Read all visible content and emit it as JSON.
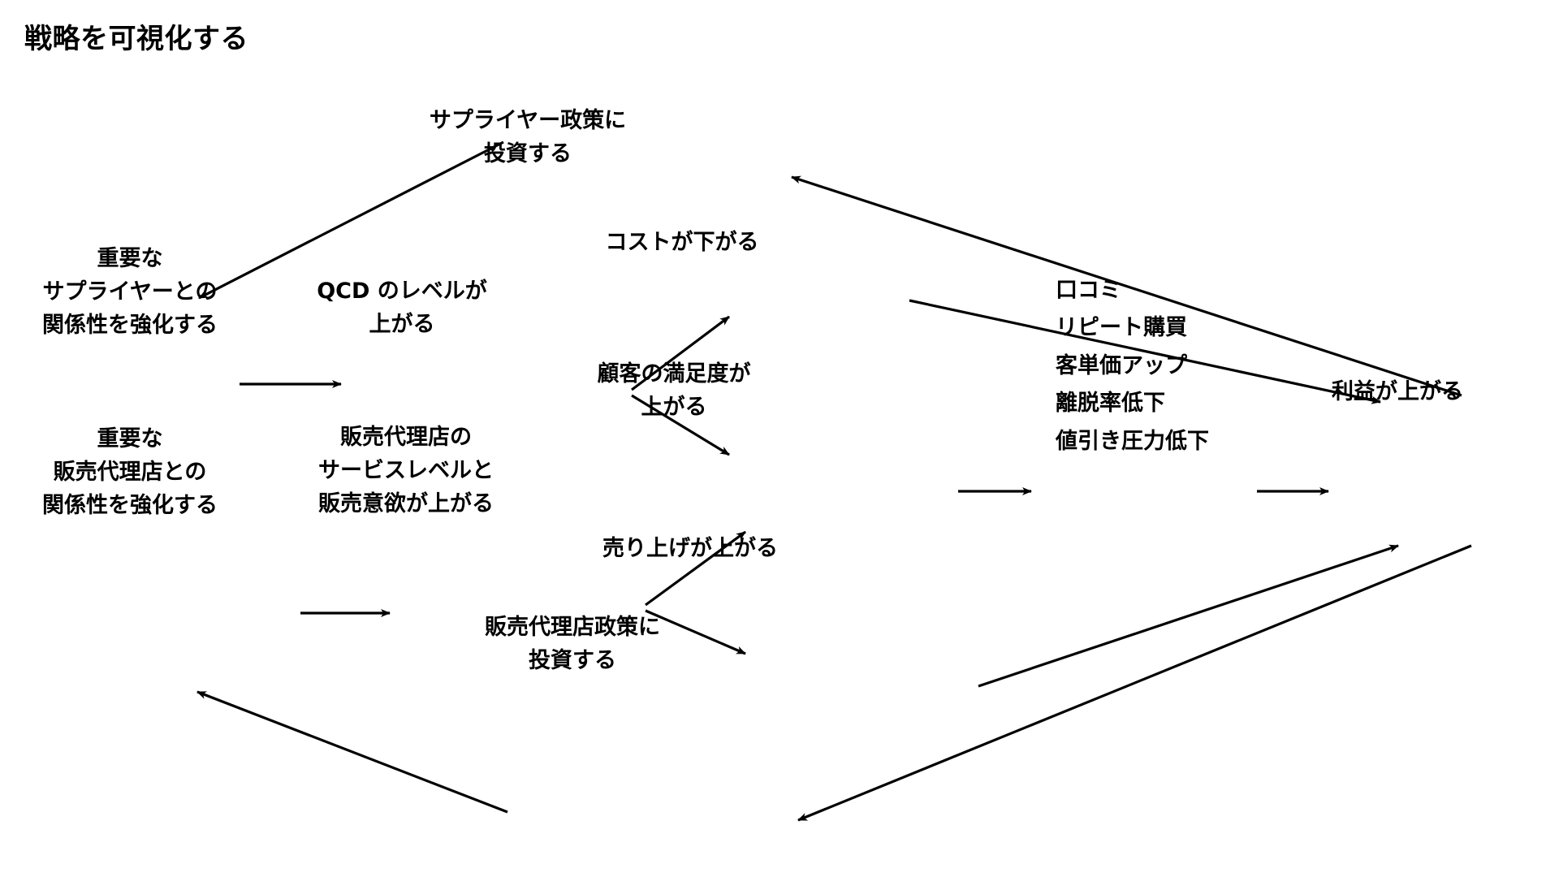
{
  "page": {
    "title": "戦略を可視化する",
    "background": "#ffffff",
    "ink": "#000000"
  },
  "diagram": {
    "type": "strategy-map",
    "nodes": [
      {
        "id": "supplier-policy",
        "text": "サプライヤー政策に\n投資する"
      },
      {
        "id": "supplier-relation",
        "text": "重要な\nサプライヤーとの\n関係性を強化する"
      },
      {
        "id": "qcd",
        "text": "QCD のレベルが\n上がる"
      },
      {
        "id": "cost-down",
        "text": "コストが下がる"
      },
      {
        "id": "satisfaction",
        "text": "顧客の満足度が\n上がる"
      },
      {
        "id": "dealer-relation",
        "text": "重要な\n販売代理店との\n関係性を強化する"
      },
      {
        "id": "dealer-service",
        "text": "販売代理店の\nサービスレベルと\n販売意欲が上がる"
      },
      {
        "id": "sales-up",
        "text": "売り上げが上がる"
      },
      {
        "id": "outcomes",
        "text": "口コミ\nリピート購買\n客単価アップ\n離脱率低下\n値引き圧力低下"
      },
      {
        "id": "profit",
        "text": "利益が上がる"
      },
      {
        "id": "dealer-policy",
        "text": "販売代理店政策に\n投資する"
      }
    ],
    "edges": [
      {
        "from": "supplier-policy",
        "to": "supplier-relation"
      },
      {
        "from": "supplier-relation",
        "to": "qcd"
      },
      {
        "from": "qcd",
        "to": "cost-down"
      },
      {
        "from": "qcd",
        "to": "satisfaction"
      },
      {
        "from": "cost-down",
        "to": "profit"
      },
      {
        "from": "satisfaction",
        "to": "outcomes"
      },
      {
        "from": "outcomes",
        "to": "profit"
      },
      {
        "from": "profit",
        "to": "supplier-policy"
      },
      {
        "from": "dealer-relation",
        "to": "dealer-service"
      },
      {
        "from": "dealer-service",
        "to": "satisfaction"
      },
      {
        "from": "dealer-service",
        "to": "sales-up"
      },
      {
        "from": "sales-up",
        "to": "profit"
      },
      {
        "from": "dealer-policy",
        "to": "dealer-relation"
      },
      {
        "from": "profit",
        "to": "dealer-policy"
      }
    ]
  }
}
